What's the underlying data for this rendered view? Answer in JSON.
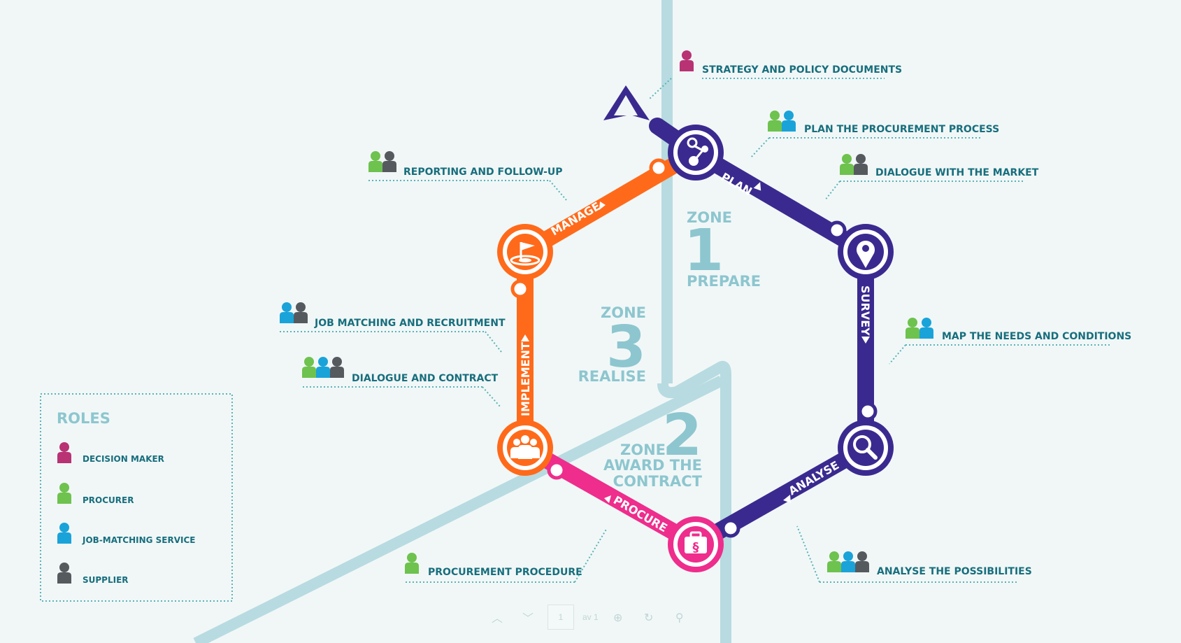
{
  "colors": {
    "background": "#f1f7f7",
    "track": "#b7dbe0",
    "text": "#176e7d",
    "zone": "#8dc6cf",
    "purple": "#3a2a8f",
    "orange": "#ff6a1a",
    "pink": "#ee2d8c",
    "decision_maker": "#b83274",
    "procurer": "#6ec24e",
    "job_matching_service": "#1aa3d9",
    "supplier": "#555a5f"
  },
  "zones": {
    "zone1": {
      "word": "ZONE",
      "number": "1",
      "name": "PREPARE"
    },
    "zone2": {
      "word": "ZONE",
      "number": "2",
      "name_line1": "AWARD THE",
      "name_line2": "CONTRACT"
    },
    "zone3": {
      "word": "ZONE",
      "number": "3",
      "name": "REALISE"
    }
  },
  "phases": {
    "plan": "PLAN",
    "survey": "SURVEY",
    "analyse": "ANALYSE",
    "procure": "PROCURE",
    "implement": "IMPLEMENT",
    "manage": "MANAGE"
  },
  "activities": {
    "strategy": "STRATEGY AND POLICY DOCUMENTS",
    "plan_process": "PLAN THE PROCUREMENT PROCESS",
    "dialogue_market": "DIALOGUE WITH THE MARKET",
    "map_needs": "MAP THE NEEDS AND CONDITIONS",
    "analyse_possibilities": "ANALYSE THE POSSIBILITIES",
    "procurement_procedure": "PROCUREMENT PROCEDURE",
    "dialogue_contract": "DIALOGUE AND CONTRACT",
    "job_matching": "JOB MATCHING AND RECRUITMENT",
    "reporting": "REPORTING AND FOLLOW-UP"
  },
  "roles": {
    "title": "ROLES",
    "decision_maker": "DECISION MAKER",
    "procurer": "PROCURER",
    "job_matching_service": "JOB-MATCHING SERVICE",
    "supplier": "SUPPLIER"
  },
  "toolbar": {
    "page": "1",
    "of_label": "av 1"
  }
}
